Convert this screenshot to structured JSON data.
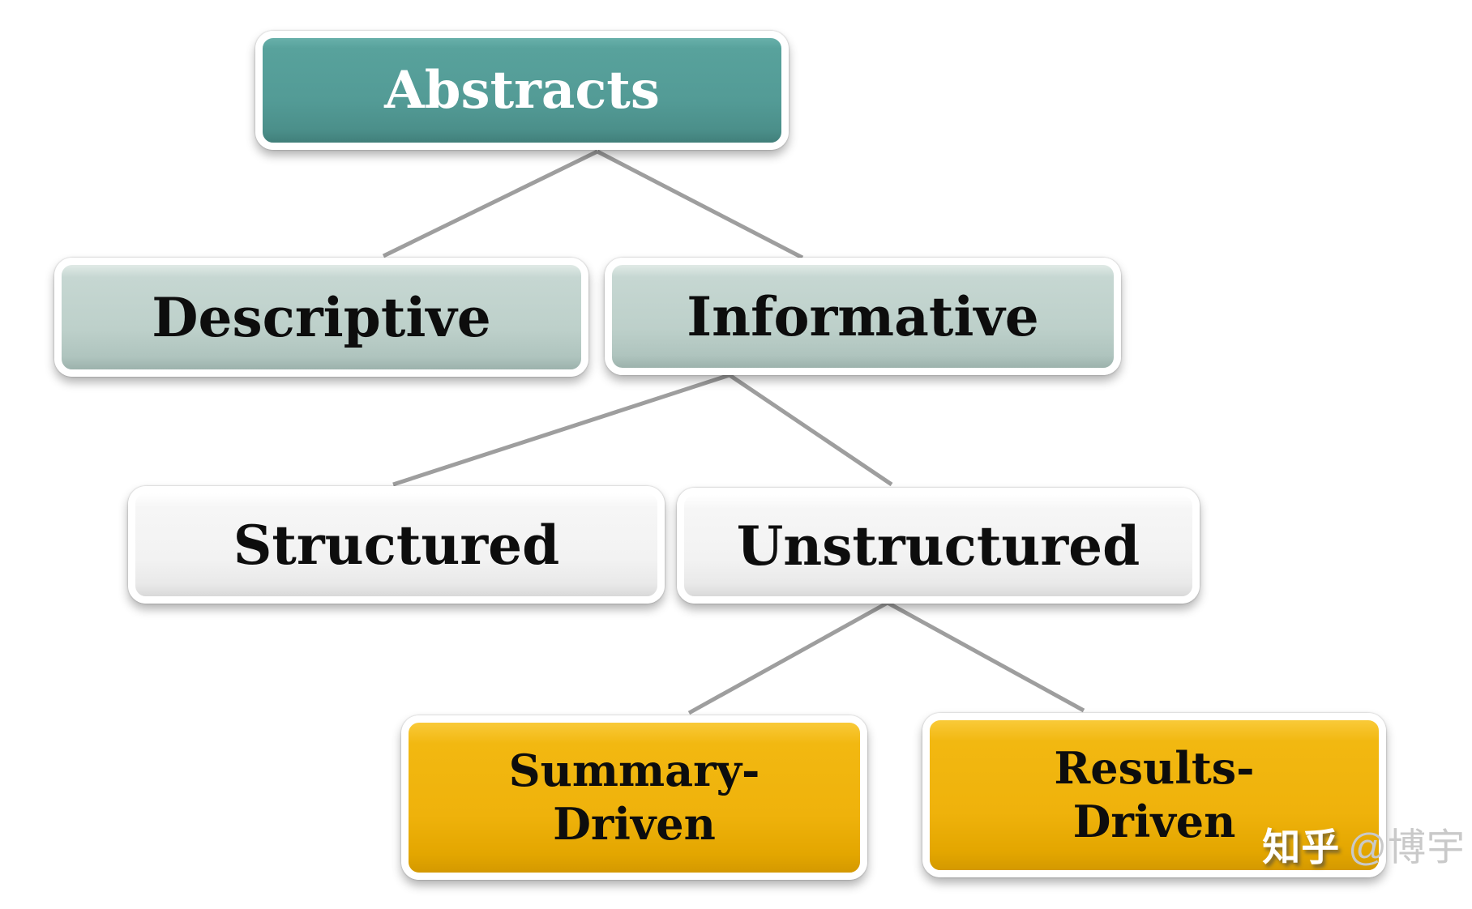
{
  "diagram": {
    "title": "Abstracts hierarchy tree",
    "nodes": {
      "abstracts": {
        "label": "Abstracts",
        "level": 1,
        "fill": "#539b96",
        "text_color": "#ffffff"
      },
      "descriptive": {
        "label": "Descriptive",
        "level": 2,
        "fill": "#bdd0ca",
        "text_color": "#0d0d0d"
      },
      "informative": {
        "label": "Informative",
        "level": 2,
        "fill": "#bdd0ca",
        "text_color": "#0d0d0d"
      },
      "structured": {
        "label": "Structured",
        "level": 3,
        "fill": "#f2f2f2",
        "text_color": "#0d0d0d"
      },
      "unstructured": {
        "label": "Unstructured",
        "level": 3,
        "fill": "#f2f2f2",
        "text_color": "#0d0d0d"
      },
      "summary": {
        "label": "Summary-Driven",
        "level": 4,
        "line1": "Summary-",
        "line2": "Driven",
        "fill": "#efb20b",
        "text_color": "#0d0d0d"
      },
      "results": {
        "label": "Results-Driven",
        "level": 4,
        "line1": "Results-",
        "line2": "Driven",
        "fill": "#efb20b",
        "text_color": "#0d0d0d"
      }
    },
    "edges": [
      {
        "from": "Abstracts",
        "to": "Descriptive"
      },
      {
        "from": "Abstracts",
        "to": "Informative"
      },
      {
        "from": "Informative",
        "to": "Structured"
      },
      {
        "from": "Informative",
        "to": "Unstructured"
      },
      {
        "from": "Unstructured",
        "to": "Summary-Driven"
      },
      {
        "from": "Unstructured",
        "to": "Results-Driven"
      }
    ],
    "connector_color": "#9e9e9e",
    "box_border_color": "#ffffff"
  },
  "watermark": {
    "brand": "知乎",
    "handle": "@博宇"
  }
}
